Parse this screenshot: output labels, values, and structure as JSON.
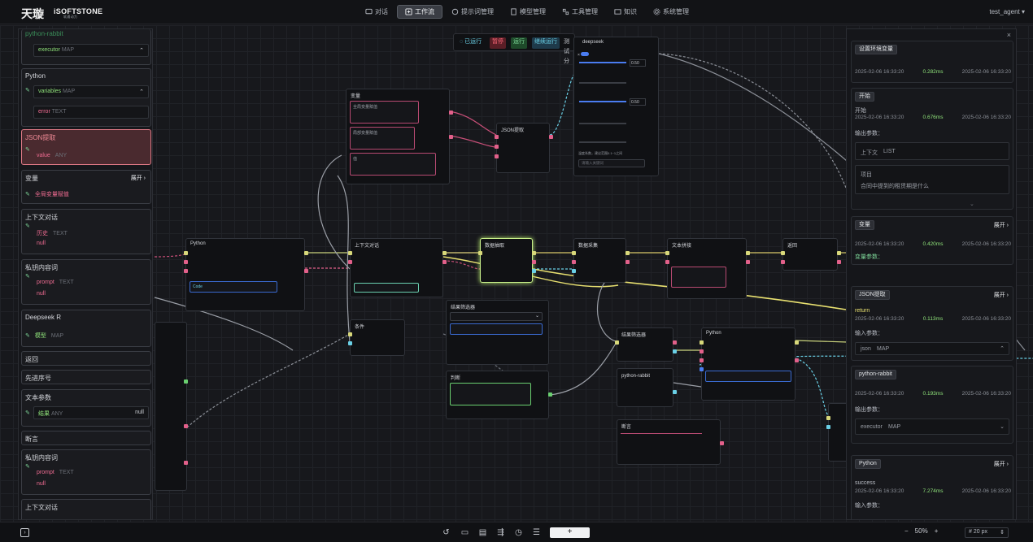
{
  "app": {
    "logo_cn": "天璇",
    "logo_brand": "iSOFTSTONE",
    "logo_sub": "软通动力"
  },
  "nav": [
    {
      "label": "对话",
      "icon": "chat-icon",
      "active": false
    },
    {
      "label": "工作流",
      "icon": "workflow-icon",
      "active": true
    },
    {
      "label": "提示词管理",
      "icon": "prompt-icon",
      "active": false
    },
    {
      "label": "模型管理",
      "icon": "model-icon",
      "active": false
    },
    {
      "label": "工具管理",
      "icon": "tool-icon",
      "active": false
    },
    {
      "label": "知识",
      "icon": "knowledge-icon",
      "active": false
    },
    {
      "label": "系统管理",
      "icon": "settings-icon",
      "active": false
    }
  ],
  "user": {
    "name": "test_agent"
  },
  "left_panel": {
    "cards": [
      {
        "title": "python-rabbit",
        "field": "executor",
        "type": "MAP"
      },
      {
        "title": "Python",
        "field": "variables",
        "type": "MAP",
        "field2": "error",
        "type2": "TEXT"
      },
      {
        "title": "JSON提取",
        "field": "value",
        "type": "ANY"
      },
      {
        "title": "变量",
        "expand": "展开",
        "field": "全局变量赋值"
      },
      {
        "title": "上下文对话",
        "field": "历史",
        "type": "TEXT",
        "value": "null"
      },
      {
        "title": "私钥内容词",
        "field": "prompt",
        "type": "TEXT",
        "value": "null"
      },
      {
        "title": "Deepseek R",
        "field": "模型",
        "type": "MAP"
      },
      {
        "title": "返回"
      },
      {
        "title": "先进序号"
      },
      {
        "title": "文本参数",
        "field": "结果",
        "type": "ANY",
        "value": "null"
      },
      {
        "title": "断言"
      },
      {
        "title": "私钥内容词",
        "field": "prompt",
        "type": "TEXT",
        "value": "null"
      },
      {
        "title": "上下文对话"
      }
    ]
  },
  "toolbar": {
    "status": "已运行",
    "btn_stop": "暂停",
    "btn_run": "运行",
    "btn_continue": "继续运行",
    "label": "测试分"
  },
  "nodes": {
    "deepseek": {
      "title": "deepseek",
      "caption": "温度系数，建议范围0.1~1之间",
      "input_placeholder": "请输入关键词",
      "val1": "0.50",
      "val2": "0.50"
    },
    "var": {
      "title": "变量",
      "field1": "全局变量赋值",
      "field2": "局部变量赋值",
      "field3": "值"
    },
    "json": {
      "title": "JSON提取"
    },
    "python1": {
      "title": "Python",
      "code_label": "Code"
    },
    "context": {
      "title": "上下文对话"
    },
    "extract": {
      "title": "数据抽取"
    },
    "collect": {
      "title": "数据采集"
    },
    "merge": {
      "title": "文本拼接"
    },
    "return": {
      "title": "返回"
    },
    "python2": {
      "title": "Python"
    },
    "filter": {
      "title": "结果筛选器"
    },
    "rabbit": {
      "title": "python-rabbit"
    },
    "judge": {
      "title": "判断"
    },
    "condition": {
      "title": "条件"
    },
    "assert": {
      "title": "断言"
    }
  },
  "right_panel": {
    "cards": [
      {
        "tag": "设置环境变量",
        "start": "2025-02-06 16:33:20",
        "dur": "0.282ms",
        "end": "2025-02-06 16:33:20"
      },
      {
        "tag": "开始",
        "name": "开始",
        "start": "2025-02-06 16:33:20",
        "dur": "0.676ms",
        "end": "2025-02-06 16:33:20",
        "out_label": "输出参数：",
        "field": "上下文",
        "field_type": "LIST",
        "item_label": "项目",
        "item_value": "合同中提到的租赁期是什么"
      },
      {
        "tag": "变量",
        "expand": "展开",
        "start": "2025-02-06 16:33:20",
        "dur": "0.420ms",
        "end": "2025-02-06 16:33:20",
        "label": "变量参数："
      },
      {
        "tag": "JSON提取",
        "expand": "展开",
        "status": "return",
        "start": "2025-02-06 16:33:20",
        "dur": "0.113ms",
        "end": "2025-02-06 16:33:20",
        "in_label": "输入参数：",
        "field": "json",
        "field_type": "MAP"
      },
      {
        "tag": "python-rabbit",
        "start": "2025-02-06 16:33:20",
        "dur": "0.193ms",
        "end": "2025-02-06 16:33:20",
        "label": "输出参数：",
        "field": "executor",
        "field_type": "MAP"
      },
      {
        "tag": "Python",
        "expand": "展开",
        "status": "success",
        "start": "2025-02-06 16:33:20",
        "dur": "7.274ms",
        "end": "2025-02-06 16:33:20",
        "in_label": "输入参数："
      }
    ]
  },
  "bottom": {
    "zoom": "50%",
    "px_label": "px",
    "px_value": "20",
    "add": "+"
  }
}
